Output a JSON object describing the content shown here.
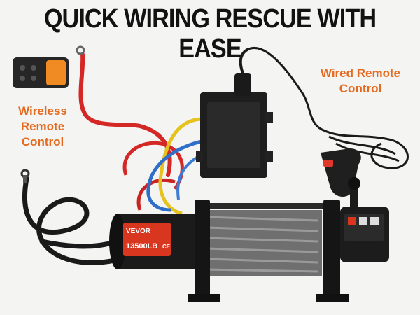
{
  "headline": "QUICK WIRING RESCUE WITH EASE",
  "labels": {
    "wireless_line1": "Wireless",
    "wireless_line2": "Remote",
    "wireless_line3": "Control",
    "wired_line1": "Wired Remote",
    "wired_line2": "Control"
  },
  "product": {
    "brand": "VEVOR",
    "capacity": "13500LB",
    "ce_mark": "CE"
  },
  "colors": {
    "background": "#f4f4f3",
    "headline": "#121212",
    "accent_orange": "#e46a1f",
    "label_red": "#e0392b",
    "winch_body": "#1b1b1b"
  }
}
